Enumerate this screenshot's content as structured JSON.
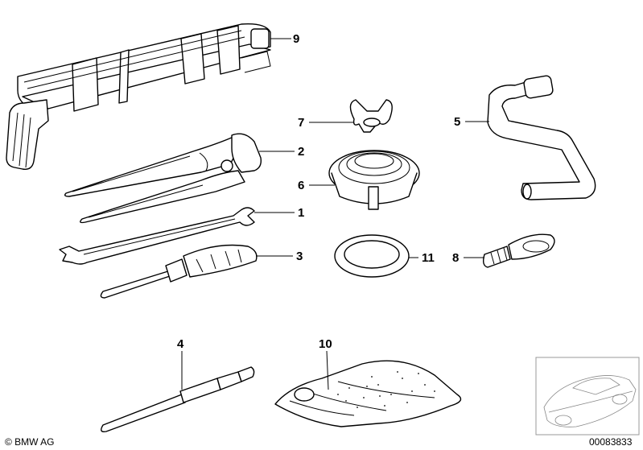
{
  "callouts": [
    {
      "id": "9",
      "part": "tool-bag"
    },
    {
      "id": "7",
      "part": "wing-nut"
    },
    {
      "id": "5",
      "part": "wheel-wrench"
    },
    {
      "id": "2",
      "part": "pliers"
    },
    {
      "id": "6",
      "part": "retaining-cup"
    },
    {
      "id": "1",
      "part": "open-end-wrench"
    },
    {
      "id": "3",
      "part": "screwdriver"
    },
    {
      "id": "11",
      "part": "ring-washer"
    },
    {
      "id": "8",
      "part": "towing-eye"
    },
    {
      "id": "4",
      "part": "reversible-screwdriver-blade"
    },
    {
      "id": "10",
      "part": "cloth"
    }
  ],
  "footer": {
    "copyright": "© BMW AG",
    "diagram_number": "00083833"
  }
}
